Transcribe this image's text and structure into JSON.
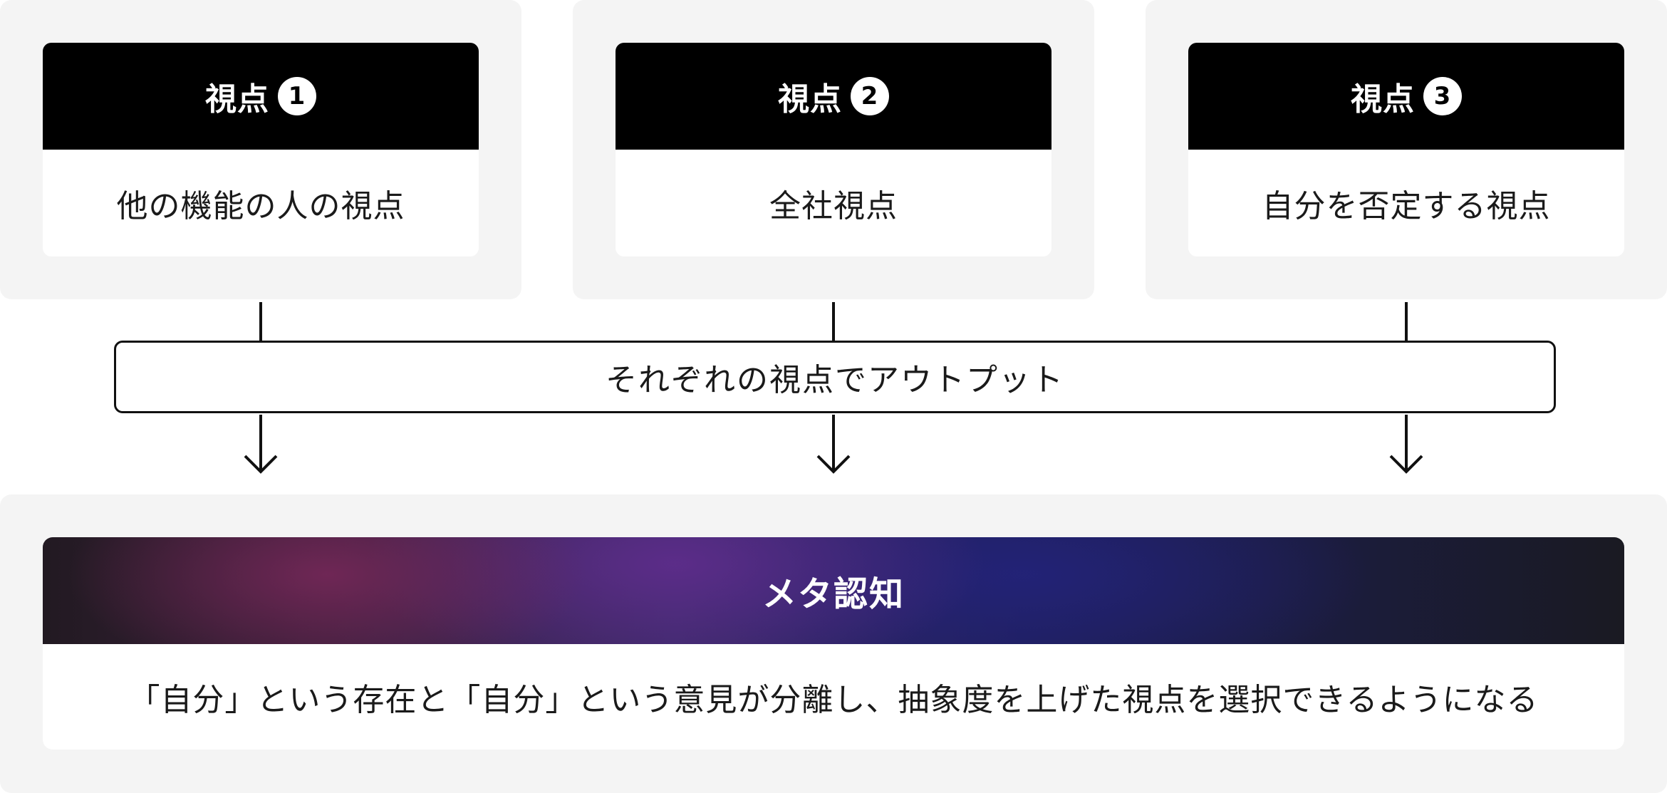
{
  "viewpoints": [
    {
      "title": "視点",
      "number": "1",
      "label": "他の機能の人の視点"
    },
    {
      "title": "視点",
      "number": "2",
      "label": "全社視点"
    },
    {
      "title": "視点",
      "number": "3",
      "label": "自分を否定する視点"
    }
  ],
  "output": {
    "label": "それぞれの視点でアウトプット"
  },
  "meta": {
    "title": "メタ認知",
    "description": "「自分」という存在と「自分」という意見が分離し、抽象度を上げた視点を選択できるようになる"
  },
  "colors": {
    "panel_bg": "#f4f4f4",
    "header_bg": "#000000",
    "text": "#1a1a1a"
  }
}
